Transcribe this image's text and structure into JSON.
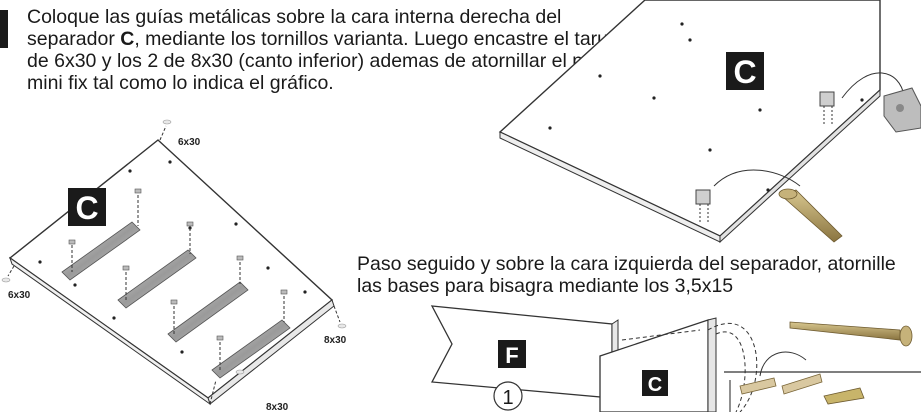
{
  "step": {
    "instruction_1": {
      "part1": "Coloque las guías metálicas sobre la cara interna derecha del separador ",
      "bold": "C",
      "part2": ", mediante los tornillos varianta. Luego encastre el tarugo de 6x30  y los 2 de 8x30 (canto inferior) ademas de atornillar el perno mini fix tal como lo indica el gráfico."
    },
    "instruction_2": "Paso seguido y sobre la cara izquierda del separador, atornille las bases para bisagra mediante los 3,5x15"
  },
  "diagram": {
    "panel_left_letter": "C",
    "panel_top_right_letter": "C",
    "dowel_labels": {
      "top": "6x30",
      "left": "6x30",
      "right": "8x30",
      "bottom": "8x30"
    },
    "panel_f_letter": "F",
    "panel_f_number": "1",
    "panel_c_lower_letter": "C"
  },
  "colors": {
    "badge": "#1a1a1a",
    "line": "#333333",
    "rail": "#b5b5b5",
    "screw": "#a8925a"
  }
}
